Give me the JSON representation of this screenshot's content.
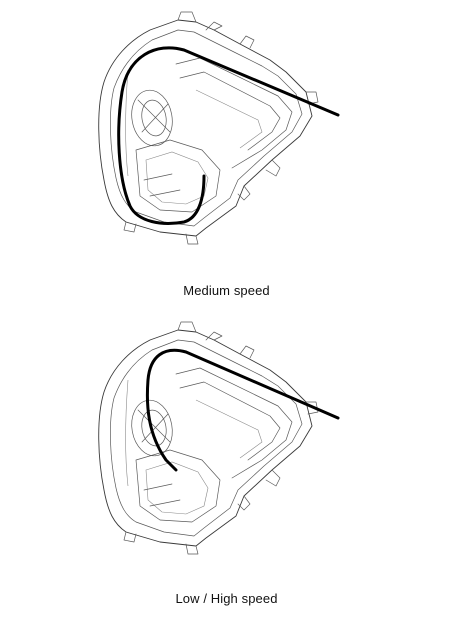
{
  "figures": [
    {
      "id": "medium",
      "caption": "Medium speed"
    },
    {
      "id": "low_high",
      "caption": "Low / High speed"
    }
  ],
  "colors": {
    "outline": "#3a3a3a",
    "airflow_arrow": "#000000",
    "background": "#ffffff"
  }
}
